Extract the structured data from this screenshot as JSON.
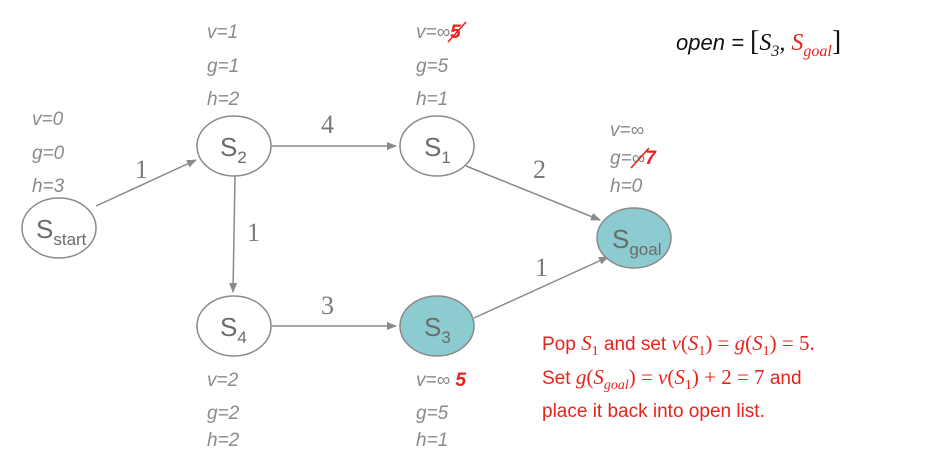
{
  "colors": {
    "node_stroke": "#8a8a8a",
    "highlight_fill": "#8ccbcf",
    "edge": "#8a8a8a",
    "accent_red": "#e8231c",
    "label_gray": "#8a8a8a"
  },
  "open_list": {
    "label": "open",
    "equals": " = ",
    "bracket_open": "[",
    "bracket_close": "]",
    "items": [
      "S",
      "S"
    ],
    "subs": [
      "3",
      "goal"
    ],
    "sep": ", "
  },
  "nodes": {
    "start": {
      "main": "S",
      "sub": "start",
      "v": "v=0",
      "g": "g=0",
      "h": "h=3"
    },
    "s2": {
      "main": "S",
      "sub": "2",
      "v": "v=1",
      "g": "g=1",
      "h": "h=2"
    },
    "s1": {
      "main": "S",
      "sub": "1",
      "v_prefix": "v=",
      "v_old": "∞",
      "v_new": "5",
      "g": "g=5",
      "h": "h=1"
    },
    "goal": {
      "main": "S",
      "sub": "goal",
      "v": "v=∞",
      "g_prefix": "g=",
      "g_old": "∞",
      "g_new": "7",
      "h": "h=0"
    },
    "s4": {
      "main": "S",
      "sub": "4",
      "v": "v=2",
      "g": "g=2",
      "h": "h=2"
    },
    "s3": {
      "main": "S",
      "sub": "3",
      "v_prefix": "v=∞ ",
      "v_new": "5",
      "g": "g=5",
      "h": "h=1"
    }
  },
  "edges": {
    "start_s2": "1",
    "s2_s1": "4",
    "s1_goal": "2",
    "s2_s4": "1",
    "s4_s3": "3",
    "s3_goal": "1"
  },
  "note": {
    "l1_pop": "Pop ",
    "l1_s": "S",
    "l1_s_sub": "1",
    "l1_and": " and set ",
    "l1_v": "v",
    "l1_p1": "(",
    "l1_s2": "S",
    "l1_s2_sub": "1",
    "l1_p2": ") = ",
    "l1_g": "g",
    "l1_p3": "(",
    "l1_s3": "S",
    "l1_s3_sub": "1",
    "l1_p4": ") = 5.",
    "l2_set": "Set ",
    "l2_g": "g",
    "l2_p1": "(",
    "l2_s": "S",
    "l2_s_sub": "goal",
    "l2_p2": ") = ",
    "l2_v": "v",
    "l2_p3": "(",
    "l2_s2": "S",
    "l2_s2_sub": "1",
    "l2_p4": ") + 2 = 7",
    "l2_and": " and",
    "l3": "place it back into open list."
  }
}
